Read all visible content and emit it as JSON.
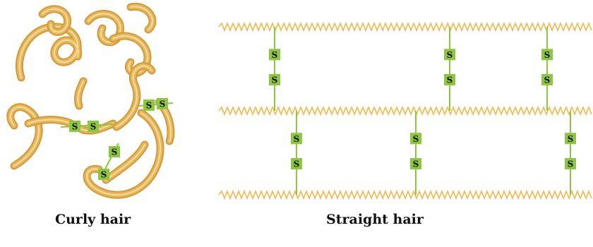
{
  "captions": {
    "curly": "Curly hair",
    "straight": "Straight hair"
  },
  "bond_label": "S",
  "colors": {
    "keratin_strand": "#e7b85a",
    "keratin_strand_dark": "#d19a3c",
    "keratin_strand_light": "#f6dba0",
    "helix": "#efb94b",
    "bond_line": "#8dc63f",
    "sulfur_box": "#8dc63f",
    "label_text": "#111111"
  }
}
